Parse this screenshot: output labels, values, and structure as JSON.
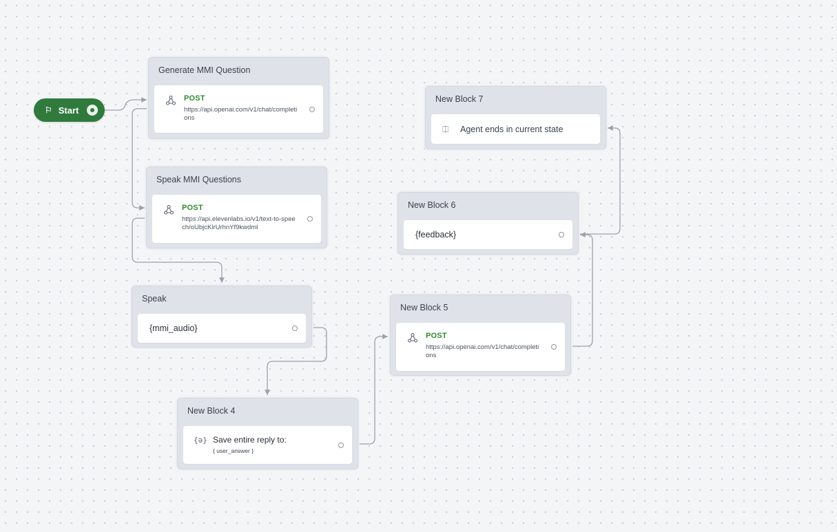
{
  "start": {
    "label": "Start"
  },
  "blocks": {
    "generate": {
      "title": "Generate MMI Question",
      "method": "POST",
      "url": "https://api.openai.com/v1/chat/completions"
    },
    "speak_questions": {
      "title": "Speak MMI Questions",
      "method": "POST",
      "url": "https://api.elevenlabs.io/v1/text-to-speech/oUbjcKlrUrhnYf9kwdml"
    },
    "speak": {
      "title": "Speak",
      "text": "{mmi_audio}"
    },
    "block4": {
      "title": "New Block 4",
      "text": "Save entire reply to:",
      "variable": "{ user_answer }"
    },
    "block5": {
      "title": "New Block 5",
      "method": "POST",
      "url": "https://api.openai.com/v1/chat/completions"
    },
    "block6": {
      "title": "New Block 6",
      "text": "{feedback}"
    },
    "block7": {
      "title": "New Block 7",
      "text": "Agent ends in current state"
    }
  },
  "colors": {
    "start": "#2f7a3c",
    "method": "#2f8a2f",
    "wire": "#9aa1ab"
  },
  "icons": {
    "start": "flag-icon",
    "api": "api-icon",
    "end": "exit-icon",
    "capture": "capture-icon"
  }
}
